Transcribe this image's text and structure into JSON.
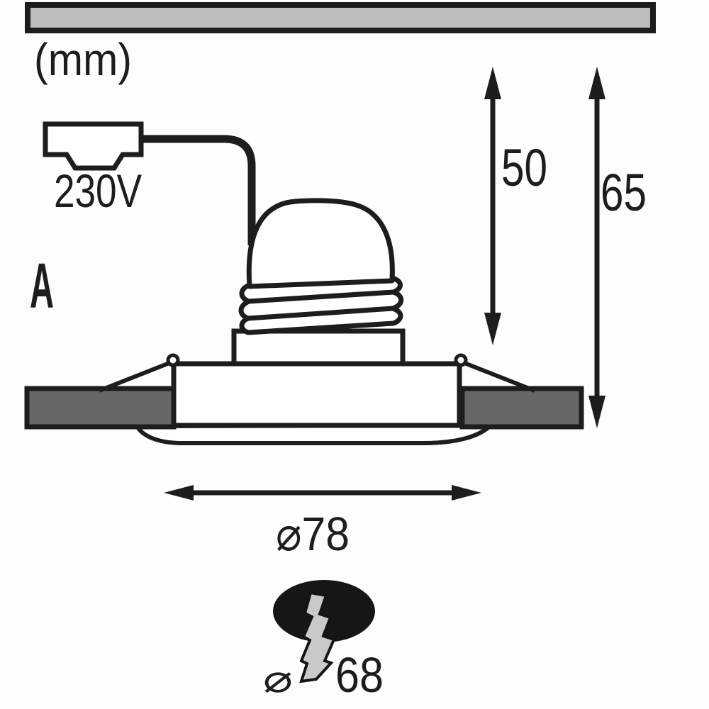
{
  "drawing": {
    "title_hint": "recessed downlight installation dimensions",
    "units_label": "(mm)",
    "voltage_label": "230V",
    "section_label": "A",
    "dim_depth_socket": "50",
    "dim_depth_total": "65",
    "dim_trim_diameter": "⌀78",
    "dim_cutout_symbol": "⌀",
    "dim_cutout_value": "68"
  },
  "colors": {
    "line": "#1d1d1d",
    "panel_fill": "#bcbcbc",
    "ceiling_fill": "#676767",
    "bolt_fill": "#c9c9c9",
    "cutout_fill": "#161616",
    "shape_fill": "#ffffff",
    "background": "#fdfdfd"
  },
  "icons": {
    "cutout": "cutout-ellipse-icon",
    "bolt": "lightning-bolt-icon",
    "plug": "mains-plug-icon"
  }
}
